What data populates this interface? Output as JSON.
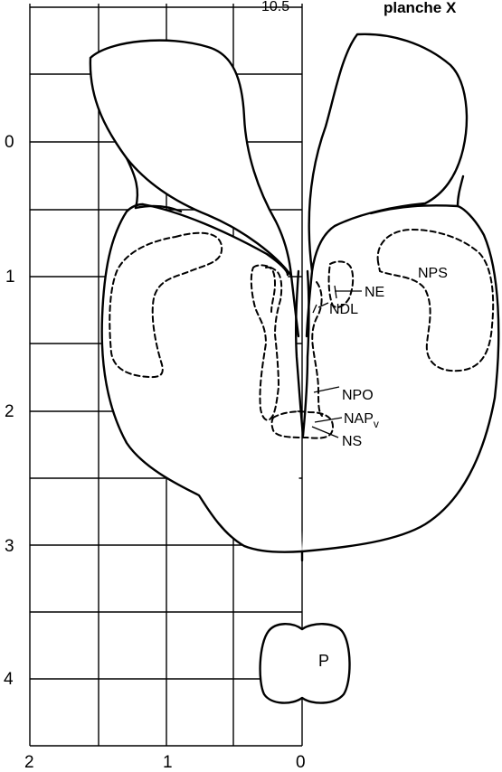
{
  "header": {
    "section_label": "10.5",
    "plate_label": "planche X"
  },
  "axes": {
    "y_ticks": [
      "0",
      "1",
      "2",
      "3",
      "4"
    ],
    "x_ticks": [
      "2",
      "1",
      "0"
    ]
  },
  "labels": {
    "NPS": "NPS",
    "NE": "NE",
    "NDL": "NDL",
    "NPO": "NPO",
    "NAP": "NAP",
    "NAP_sub": "v",
    "NS": "NS",
    "P": "P"
  }
}
